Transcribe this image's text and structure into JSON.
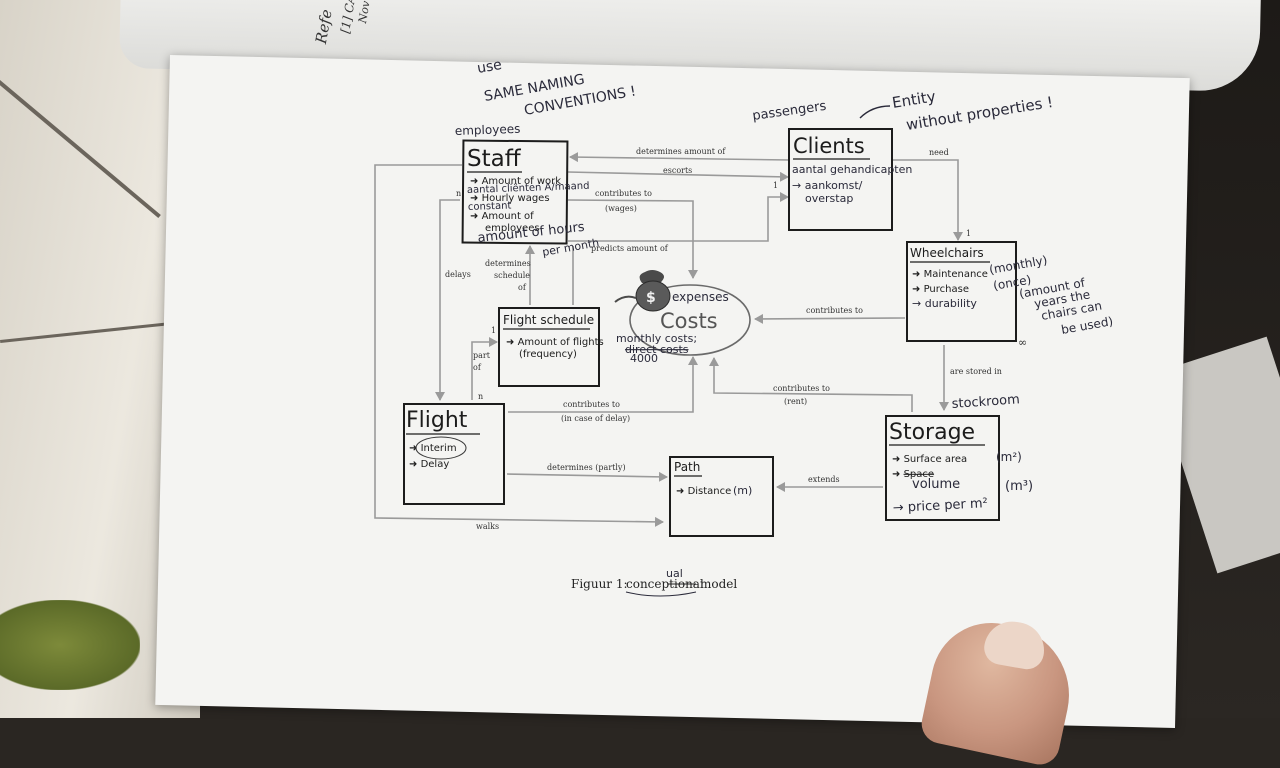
{
  "page_header": {
    "refs_word": "Refe",
    "refs_line": "[1] CA",
    "refs_line2": "Nov"
  },
  "figure": {
    "caption_prefix": "Figuur 1:",
    "caption_word": "conceptional",
    "caption_suffix": "model",
    "caption_correction": "ual"
  },
  "entities": {
    "staff": {
      "title": "Staff",
      "hand_above": "employees",
      "attrs": [
        "Amount of work",
        "Hourly wages",
        "Amount of",
        "employees"
      ],
      "hand_notes": [
        "aantal cliënten A/maand",
        "constant",
        "amount of hours",
        "per month"
      ]
    },
    "clients": {
      "title": "Clients",
      "hand_above": "passengers",
      "hand_notes": [
        "aantal gehandicapten",
        "→ aankomst/",
        "overstap"
      ]
    },
    "wheelchairs": {
      "title": "Wheelchairs",
      "attrs": [
        "Maintenance",
        "Purchase"
      ],
      "hand_notes": [
        "(monthly)",
        "(once)",
        "durability",
        "(amount of",
        "years the",
        "chairs can",
        "be used)"
      ]
    },
    "flight_schedule": {
      "title": "Flight schedule",
      "attrs": [
        "Amount of flights",
        "(frequency)"
      ]
    },
    "flight": {
      "title": "Flight",
      "attrs": [
        "Interim",
        "Delay"
      ]
    },
    "path": {
      "title": "Path",
      "attrs": [
        "Distance"
      ],
      "hand_notes": [
        "(m)"
      ]
    },
    "storage": {
      "title": "Storage",
      "attrs": [
        "Surface area",
        "Space"
      ],
      "hand_notes": [
        "(m²)",
        "volume",
        "(m³)",
        "→ price per m²",
        "stockroom"
      ]
    },
    "costs": {
      "title": "Costs",
      "hand_notes": [
        "expenses",
        "monthly costs;",
        "direct costs",
        "4000"
      ]
    }
  },
  "relations": {
    "determines_amount_of": "determines amount of",
    "escorts": "escorts",
    "contributes_to_wages": [
      "contributes to",
      "(wages)"
    ],
    "predicts_amount_of": "predicts amount of",
    "need": "need",
    "determines_schedule_of": [
      "determines",
      "schedule",
      "of"
    ],
    "delays": "delays",
    "part_of": [
      "part",
      "of"
    ],
    "contributes_to_wheel": "contributes to",
    "are_stored_in": "are stored in",
    "contributes_to_rent": [
      "contributes to",
      "(rent)"
    ],
    "contributes_to_delay": [
      "contributes to",
      "(in case of delay)"
    ],
    "determines_partly": "determines (partly)",
    "extends": "extends",
    "walks": "walks"
  },
  "cardinalities": {
    "n": "n",
    "one": "1",
    "inf": "∞"
  },
  "annotations": {
    "top_note": [
      "use",
      "SAME NAMING",
      "CONVENTIONS !"
    ],
    "entity_note": [
      "Entity",
      "without properties !"
    ]
  },
  "colors": {
    "ink": "#1c1c1c",
    "arrow": "#9a9a9a",
    "pen": "#2a2a3a",
    "paper": "#f4f4f2"
  }
}
